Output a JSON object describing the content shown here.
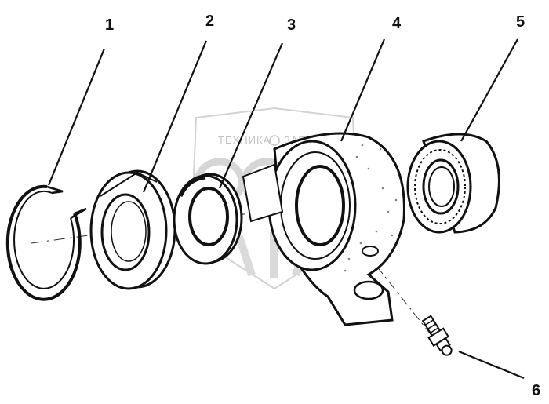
{
  "watermark": {
    "text_left": "ТЕХНИКА",
    "text_right": "ЗАПЧАСТИ"
  },
  "callouts": [
    {
      "id": "1",
      "label": "1"
    },
    {
      "id": "2",
      "label": "2"
    },
    {
      "id": "3",
      "label": "3"
    },
    {
      "id": "4",
      "label": "4"
    },
    {
      "id": "5",
      "label": "5"
    },
    {
      "id": "6",
      "label": "6"
    }
  ],
  "parts": [
    {
      "id": "1",
      "icon": "snap-ring-icon"
    },
    {
      "id": "2",
      "icon": "flanged-collar-icon"
    },
    {
      "id": "3",
      "icon": "eccentric-lock-collar-icon"
    },
    {
      "id": "4",
      "icon": "bearing-housing-icon"
    },
    {
      "id": "5",
      "icon": "ball-bearing-icon"
    },
    {
      "id": "6",
      "icon": "grease-nipple-icon"
    }
  ],
  "colors": {
    "ink": "#111111",
    "watermark": "#c8c8c8",
    "background": "#ffffff"
  }
}
